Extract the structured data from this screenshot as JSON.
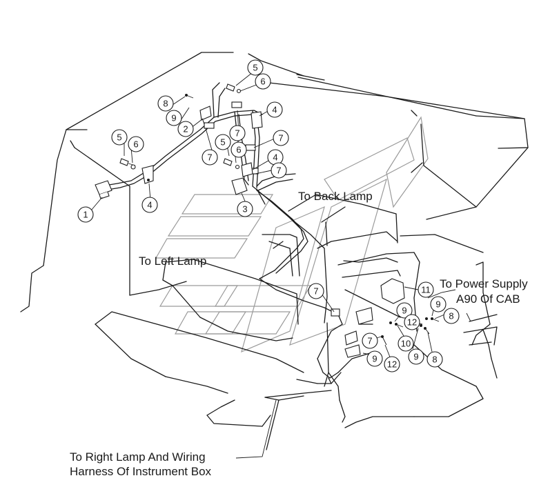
{
  "labels": {
    "back_lamp": "To Back Lamp",
    "left_lamp": "To Left Lamp",
    "power_supply_line1": "To Power Supply",
    "power_supply_line2": "A90 Of CAB",
    "right_lamp_line1": "To Right Lamp And Wiring",
    "right_lamp_line2": "Harness Of Instrument Box"
  },
  "callouts": [
    "1",
    "2",
    "3",
    "4",
    "5",
    "6",
    "7",
    "8",
    "9",
    "10",
    "11",
    "12"
  ],
  "colors": {
    "line": "#1a1a1a",
    "watermark": "#9a9a9a",
    "background": "#ffffff"
  }
}
